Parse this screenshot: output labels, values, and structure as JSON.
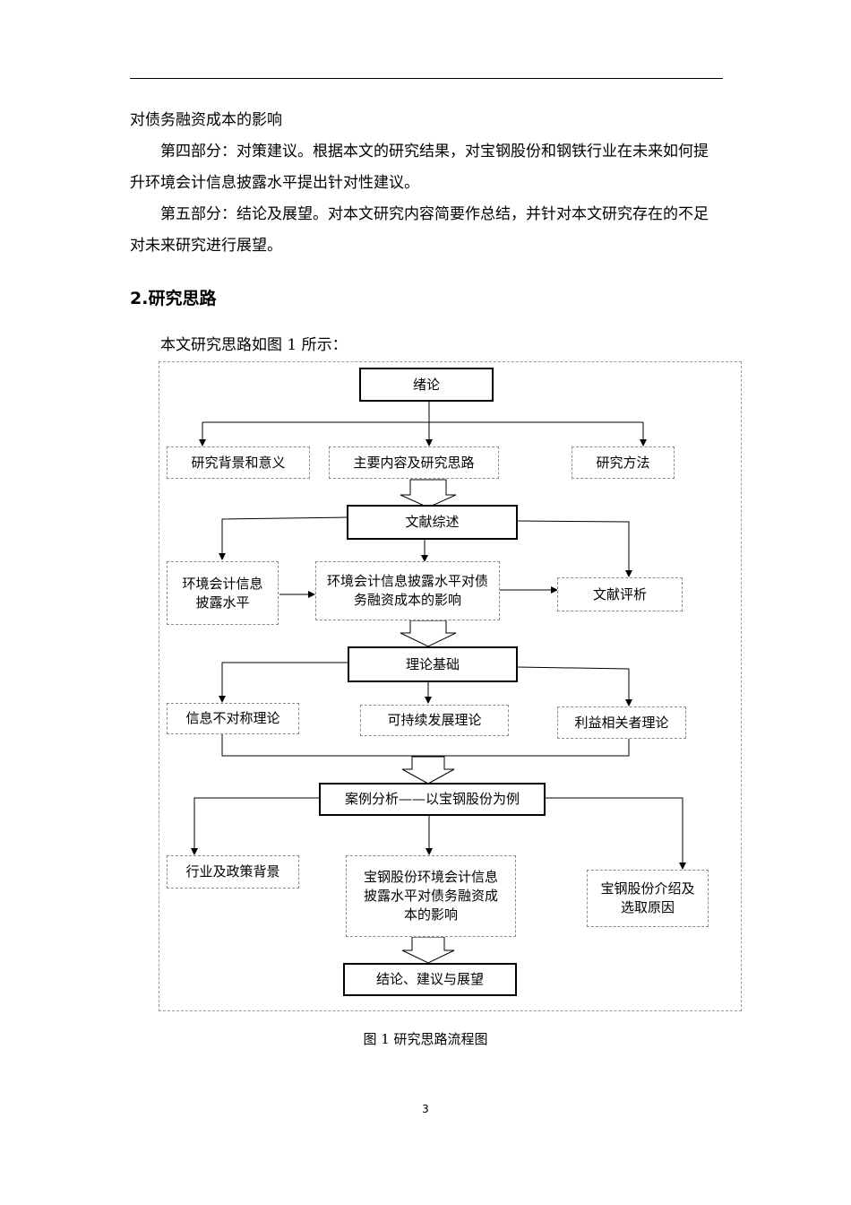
{
  "body": {
    "line1": "对债务融资成本的影响",
    "para4": "第四部分：对策建议。根据本文的研究结果，对宝钢股份和钢铁行业在未来如何提升环境会计信息披露水平提出针对性建议。",
    "para5": "第五部分：结论及展望。对本文研究内容简要作总结，并针对本文研究存在的不足对未来研究进行展望。"
  },
  "section": {
    "heading": "2.研究思路",
    "intro": "本文研究思路如图 1 所示："
  },
  "flowchart": {
    "intro_box": "绪论",
    "background": "研究背景和意义",
    "content": "主要内容及研究思路",
    "method": "研究方法",
    "lit": "文献综述",
    "env_level": "环境会计信息披露水平",
    "env_cost": "环境会计信息披露水平对债务融资成本的影响",
    "lit_review": "文献评析",
    "theory": "理论基础",
    "asym": "信息不对称理论",
    "sustain": "可持续发展理论",
    "stake": "利益相关者理论",
    "case": "案例分析——以宝钢股份为例",
    "industry": "行业及政策背景",
    "bs_effect": "宝钢股份环境会计信息披露水平对债务融资成本的影响",
    "bs_intro": "宝钢股份介绍及选取原因",
    "conclusion": "结论、建议与展望"
  },
  "caption": "图 1  研究思路流程图",
  "page_number": "3"
}
